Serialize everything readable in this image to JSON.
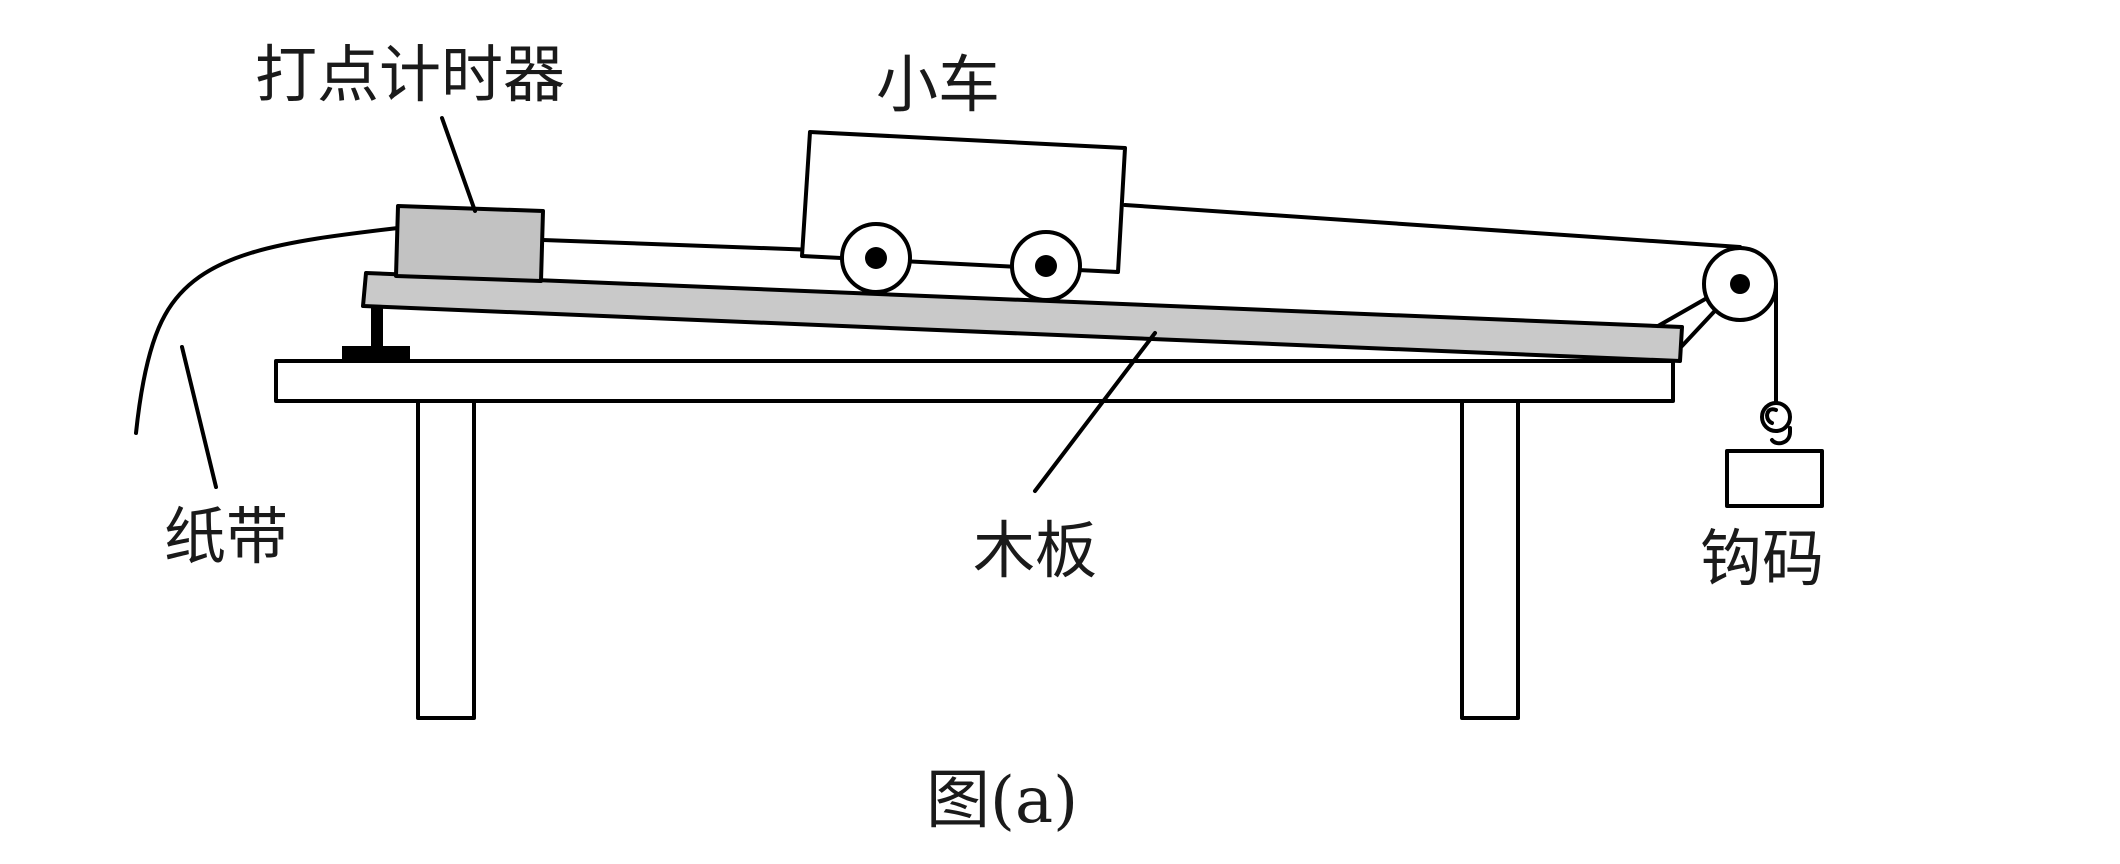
{
  "labels": {
    "timer": "打点计时器",
    "cart": "小车",
    "tape": "纸带",
    "board": "木板",
    "weight": "钩码"
  },
  "caption": "图(a)",
  "colors": {
    "line": "#000000",
    "board_fill": "#c9c9c9",
    "timer_fill": "#c2c2c2",
    "background": "#ffffff"
  }
}
